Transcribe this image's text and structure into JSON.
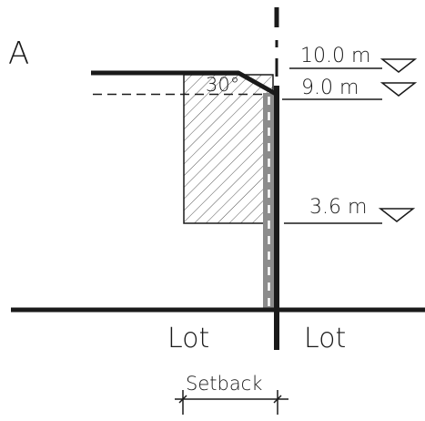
{
  "panel_label": "A",
  "angle_label": "30°",
  "elevations": [
    {
      "label": "10.0 m"
    },
    {
      "label": "9.0 m"
    },
    {
      "label": "3.6 m"
    }
  ],
  "lots": {
    "left": "Lot",
    "right": "Lot"
  },
  "setback_label": "Setback",
  "colors": {
    "line": "#1a1a1a",
    "wall_gray": "#8c8c8c",
    "hatch": "#555555"
  }
}
